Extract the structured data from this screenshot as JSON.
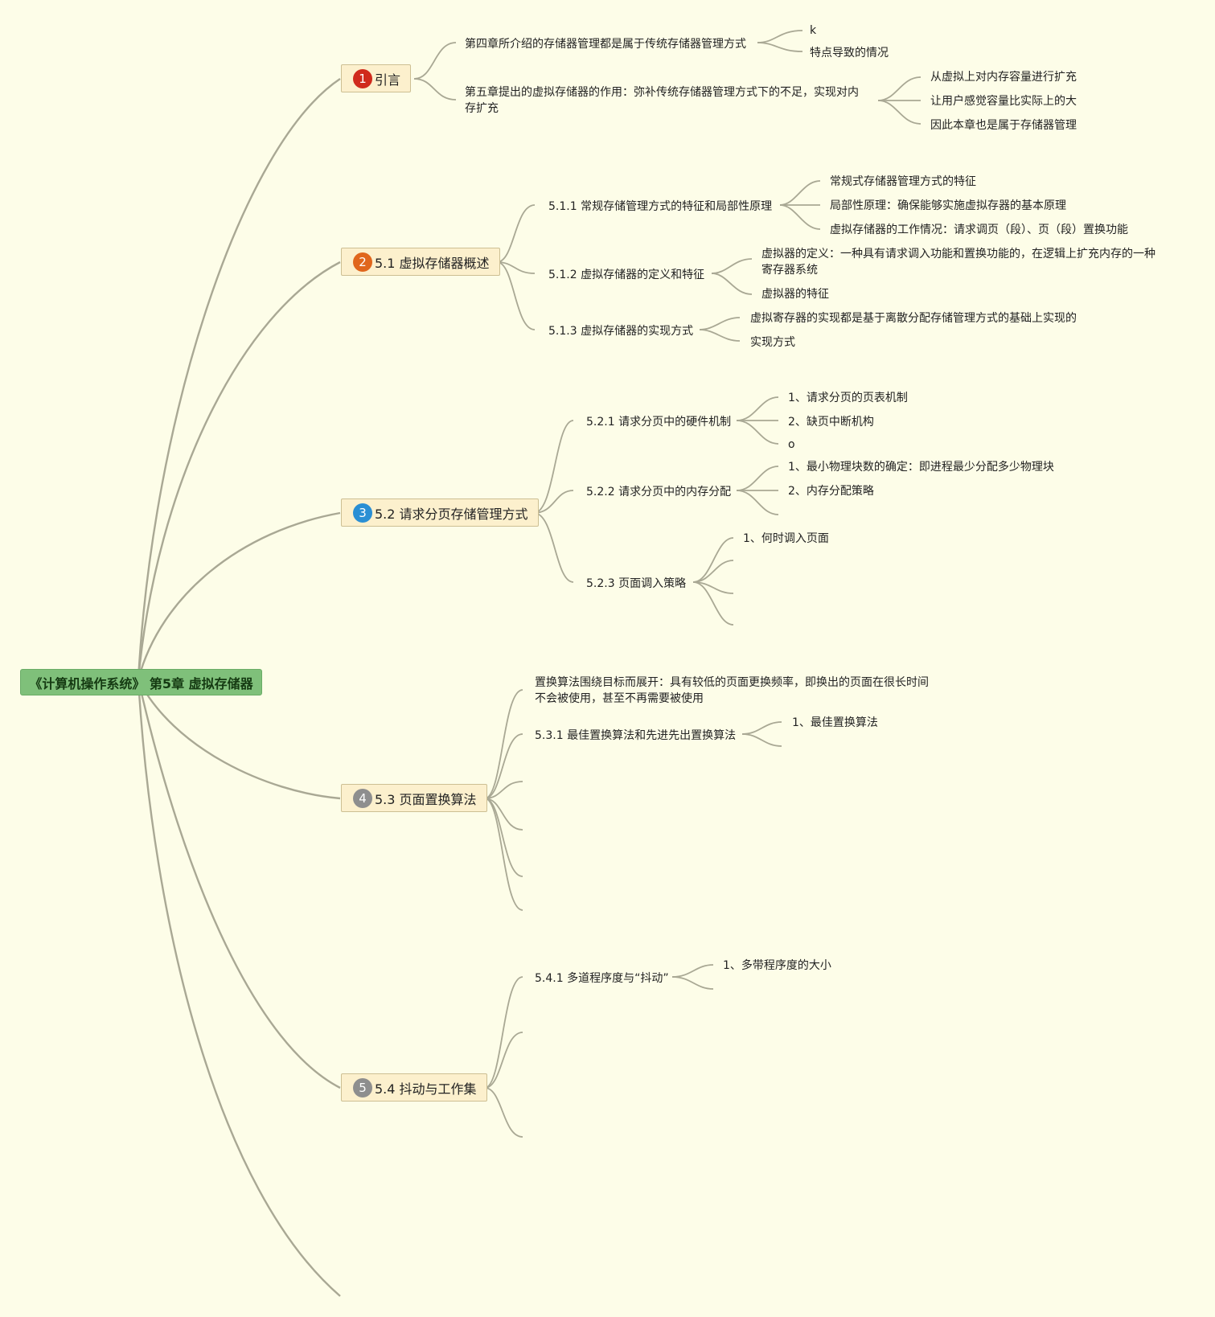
{
  "root": {
    "label": "《计算机操作系统》 第5章 虚拟存储器",
    "color": "#7fc07a"
  },
  "topics": [
    {
      "num": "1",
      "badge_color": "#d02a1c",
      "label": "引言",
      "children": [
        {
          "label": "第四章所介绍的存储器管理都是属于传统存储器管理方式",
          "children": [
            "k",
            "特点导致的情况"
          ]
        },
        {
          "label": "第五章提出的虚拟存储器的作用：弥补传统存储器管理方式下的不足，实现对内存扩充",
          "children": [
            "从虚拟上对内存容量进行扩充",
            "让用户感觉容量比实际上的大",
            "因此本章也是属于存储器管理"
          ]
        }
      ]
    },
    {
      "num": "2",
      "badge_color": "#e0661c",
      "label": "5.1 虚拟存储器概述",
      "children": [
        {
          "label": "5.1.1 常规存储管理方式的特征和局部性原理",
          "children": [
            "常规式存储器管理方式的特征",
            "局部性原理：确保能够实施虚拟存器的基本原理",
            "虚拟存储器的工作情况：请求调页（段）、页（段）置换功能"
          ]
        },
        {
          "label": "5.1.2 虚拟存储器的定义和特征",
          "children": [
            "虚拟器的定义：一种具有请求调入功能和置换功能的，在逻辑上扩充内存的一种寄存器系统",
            "虚拟器的特征"
          ]
        },
        {
          "label": "5.1.3 虚拟存储器的实现方式",
          "children": [
            "虚拟寄存器的实现都是基于离散分配存储管理方式的基础上实现的",
            "实现方式"
          ]
        }
      ]
    },
    {
      "num": "3",
      "badge_color": "#2a8fd4",
      "label": "5.2 请求分页存储管理方式",
      "children": [
        {
          "label": "5.2.1 请求分页中的硬件机制",
          "children": [
            "1、请求分页的页表机制",
            "2、缺页中断机构",
            "o"
          ]
        },
        {
          "label": "5.2.2 请求分页中的内存分配",
          "children": [
            "1、最小物理块数的确定：即进程最少分配多少物理块",
            "2、内存分配策略"
          ]
        },
        {
          "label": "5.2.3 页面调入策略",
          "children": [
            "1、何时调入页面"
          ]
        }
      ]
    },
    {
      "num": "4",
      "badge_color": "#8e8e8e",
      "label": "5.3 页面置换算法",
      "children": [
        {
          "label": "置换算法围绕目标而展开：具有较低的页面更换频率，即换出的页面在很长时间不会被使用，甚至不再需要被使用",
          "children": []
        },
        {
          "label": "5.3.1 最佳置换算法和先进先出置换算法",
          "children": [
            "1、最佳置换算法"
          ]
        }
      ]
    },
    {
      "num": "5",
      "badge_color": "#8e8e8e",
      "label": "5.4 抖动与工作集",
      "children": [
        {
          "label": "5.4.1 多道程序度与“抖动”",
          "children": [
            "1、多带程序度的大小"
          ]
        }
      ]
    }
  ]
}
